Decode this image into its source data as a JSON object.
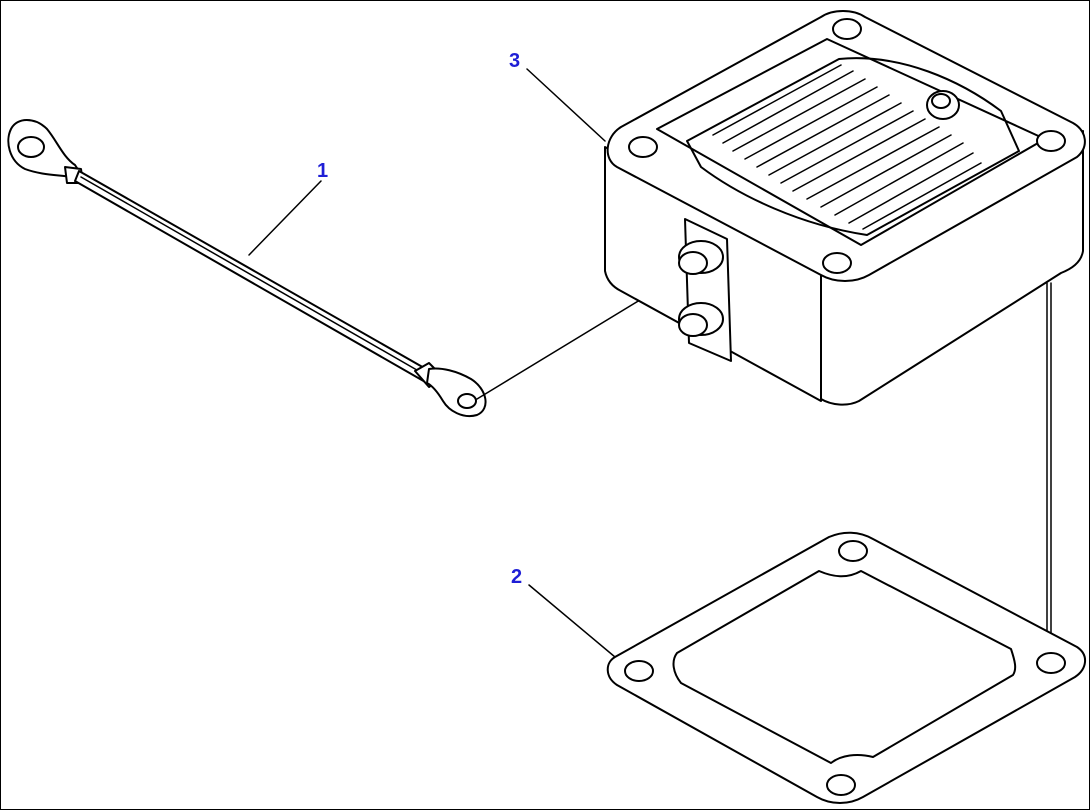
{
  "callouts": {
    "part_1": "1",
    "part_2": "2",
    "part_3": "3"
  },
  "colors": {
    "line": "#000000",
    "callout_text": "#1f1fd6",
    "background": "#ffffff"
  }
}
